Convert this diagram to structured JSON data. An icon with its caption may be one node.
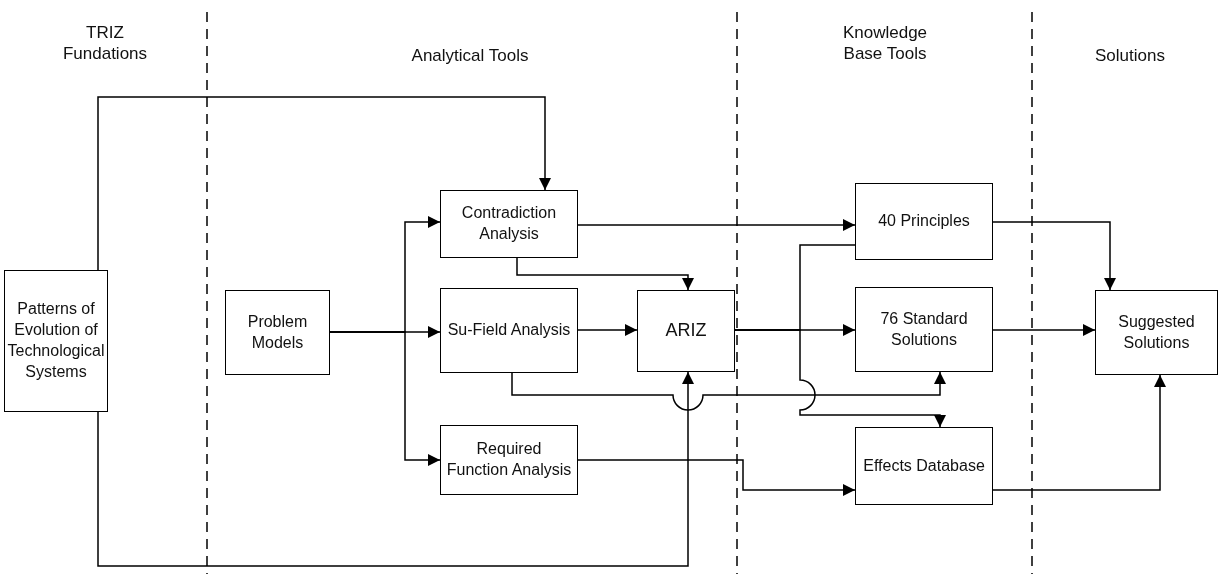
{
  "diagram": {
    "nodes": [
      {
        "text": [
          "Patterns of Evolution of Technological Systems"
        ]
      },
      {
        "text": [
          "Problem Models"
        ]
      },
      {
        "text": [
          "Contradiction Analysis"
        ]
      },
      {
        "text": [
          "Su-Field Analysis"
        ]
      },
      {
        "text": [
          "ARIZ"
        ]
      },
      {
        "text": [
          "Required Function Analysis"
        ]
      },
      {
        "text": [
          "40 Principles"
        ]
      },
      {
        "text": [
          "76 Standard Solutions"
        ]
      },
      {
        "text": [
          "Effects Database"
        ]
      },
      {
        "text": [
          "Suggested Solutions"
        ]
      }
    ],
    "edges": [
      {
        "from": 0,
        "to": 2,
        "arrow": "to"
      },
      {
        "from": 0,
        "to": 4,
        "arrow": "to"
      },
      {
        "from": 1,
        "to": 2,
        "arrow": "to"
      },
      {
        "from": 1,
        "to": 3,
        "arrow": "to"
      },
      {
        "from": 1,
        "to": 5,
        "arrow": "to"
      },
      {
        "from": 2,
        "to": 4,
        "arrow": "to"
      },
      {
        "from": 3,
        "to": 4,
        "arrow": "to"
      },
      {
        "from": 2,
        "to": 6,
        "arrow": "to"
      },
      {
        "from": 4,
        "to": 6,
        "arrow": "to"
      },
      {
        "from": 4,
        "to": 7,
        "arrow": "to"
      },
      {
        "from": 4,
        "to": 8,
        "arrow": "to"
      },
      {
        "from": 3,
        "to": 7,
        "arrow": "to"
      },
      {
        "from": 5,
        "to": 8,
        "arrow": "to"
      },
      {
        "from": 6,
        "to": 9,
        "arrow": "to"
      },
      {
        "from": 7,
        "to": 9,
        "arrow": "to"
      },
      {
        "from": 8,
        "to": 9,
        "arrow": "to"
      }
    ],
    "labels": [
      "TRIZ Fundations",
      "Analytical Tools",
      "Knowledge Base Tools",
      "Solutions"
    ]
  }
}
